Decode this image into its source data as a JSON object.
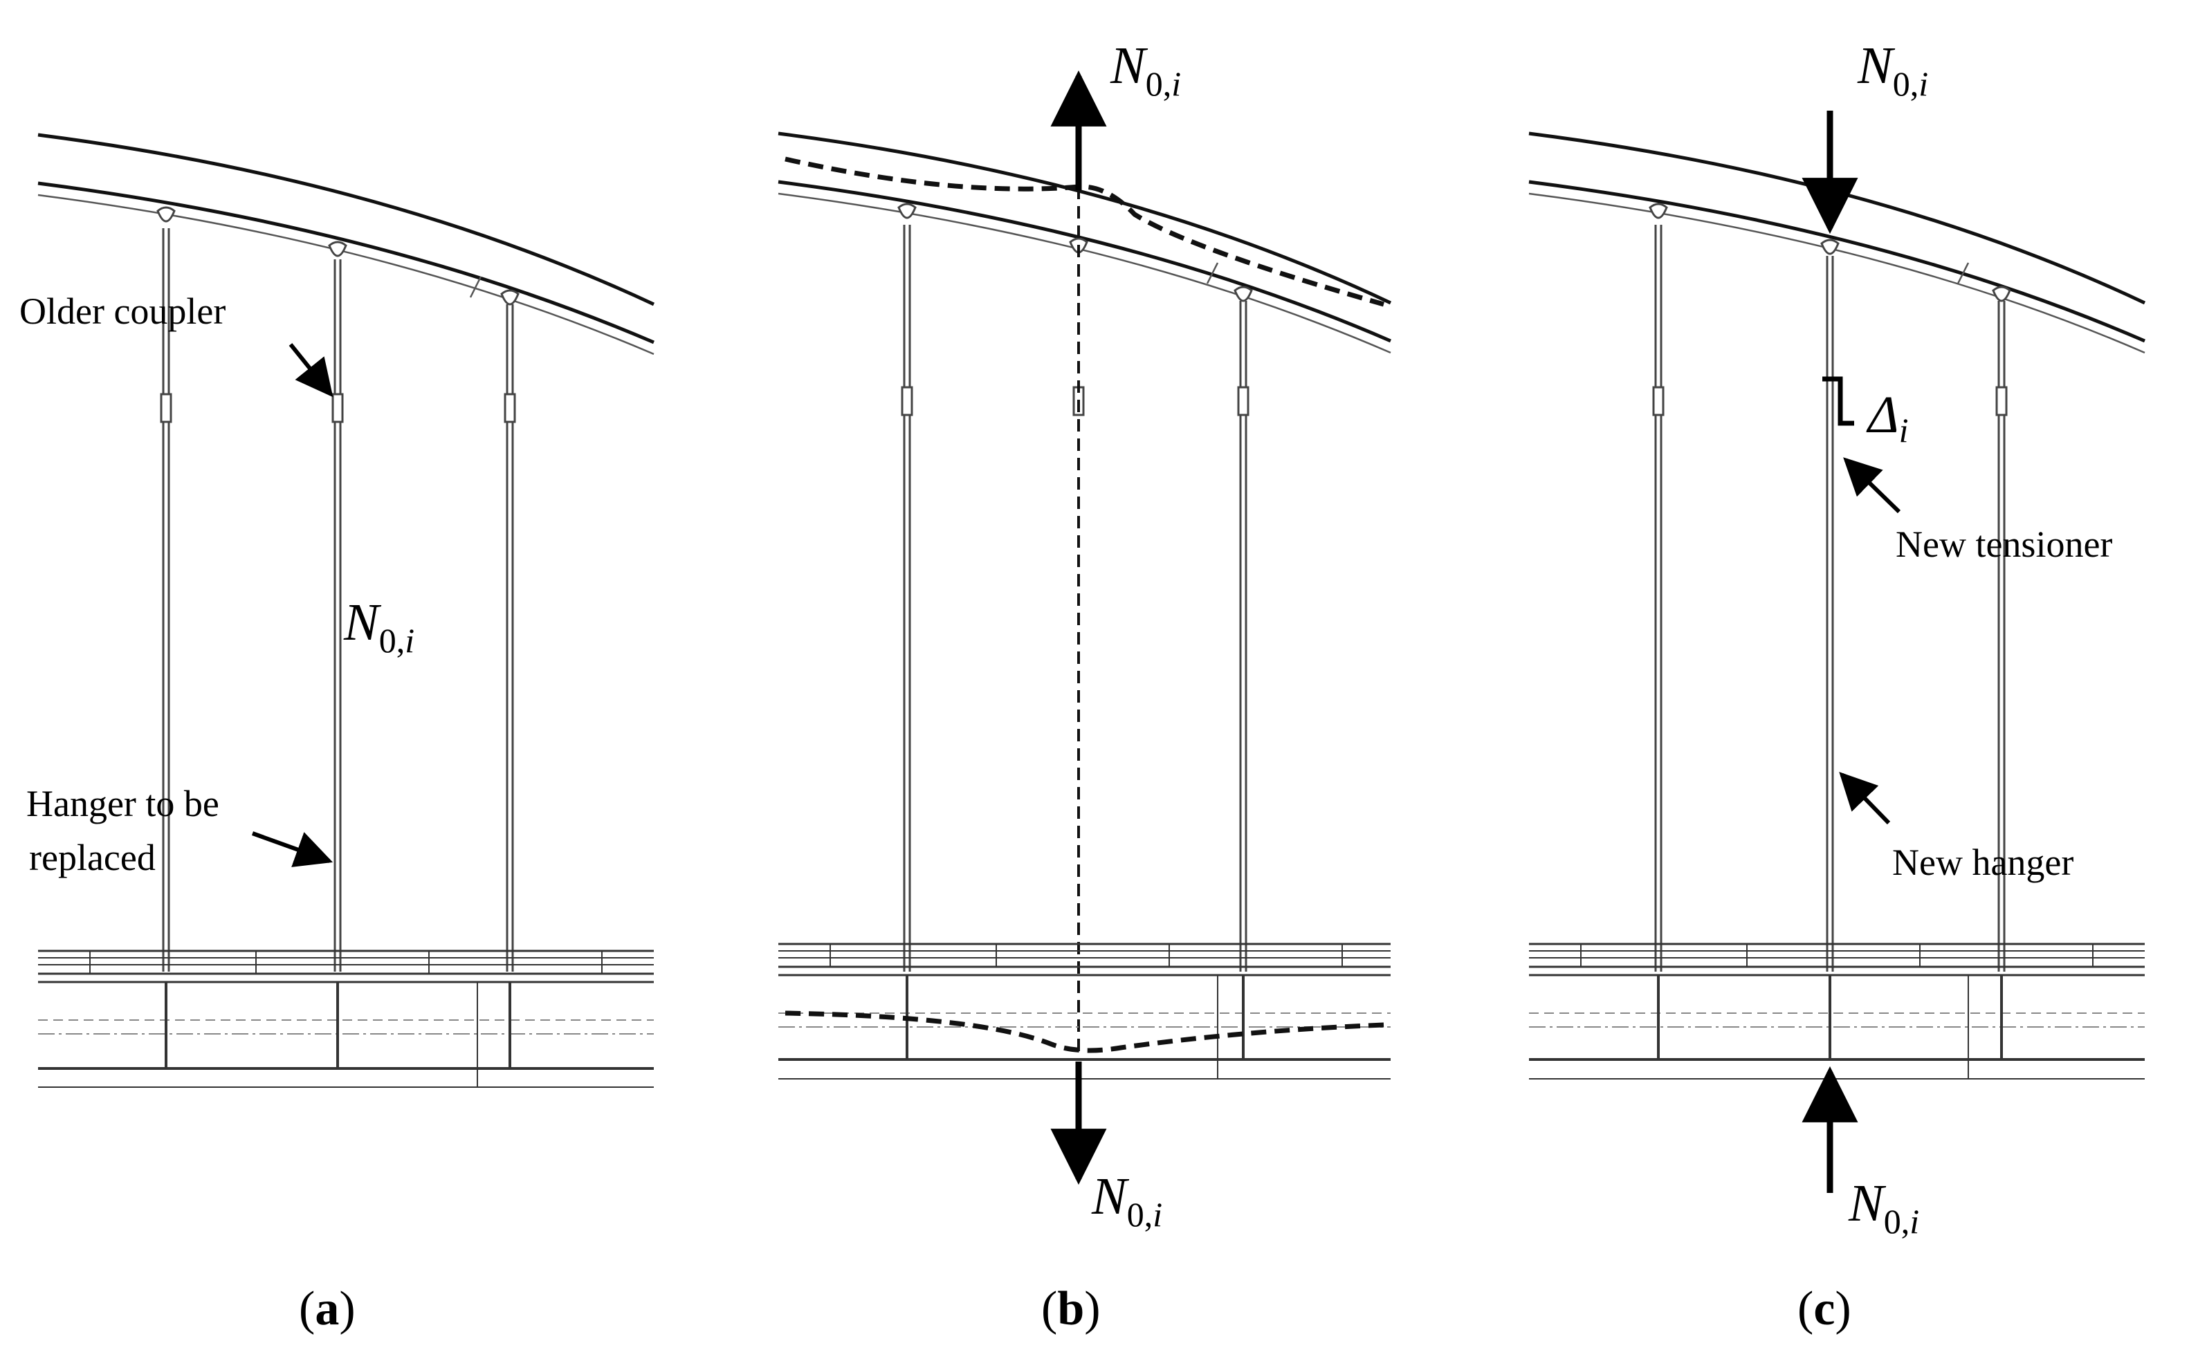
{
  "figure": {
    "force_label": {
      "main": "N",
      "sub": "0,",
      "sub_italic": "i"
    },
    "delta_label": {
      "main": "Δ",
      "sub": "i"
    },
    "panels": [
      {
        "id": "a",
        "caption": {
          "open": "(",
          "letter": "a",
          "close": ")"
        },
        "annotations": {
          "older_coupler": "Older coupler",
          "hanger_line1": "Hanger to be",
          "hanger_line2": "replaced"
        }
      },
      {
        "id": "b",
        "caption": {
          "open": "(",
          "letter": "b",
          "close": ")"
        }
      },
      {
        "id": "c",
        "caption": {
          "open": "(",
          "letter": "c",
          "close": ")"
        },
        "annotations": {
          "new_tensioner": "New tensioner",
          "new_hanger": "New hanger"
        }
      }
    ]
  }
}
